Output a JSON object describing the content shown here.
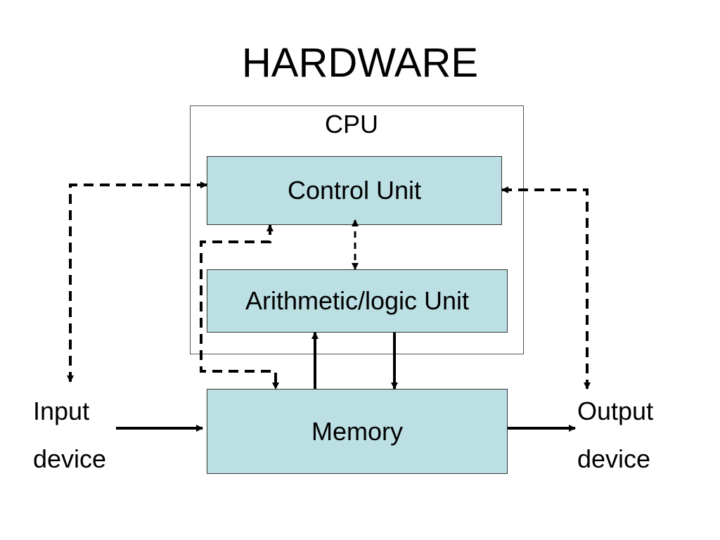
{
  "title": "HARDWARE",
  "cpu": {
    "label": "CPU",
    "control_unit": "Control Unit",
    "alu": "Arithmetic/logic Unit"
  },
  "memory": "Memory",
  "input_device": {
    "line1": "Input",
    "line2": "device"
  },
  "output_device": {
    "line1": "Output",
    "line2": "device"
  },
  "colors": {
    "box_fill": "#bbdfe3",
    "line": "#000000"
  }
}
